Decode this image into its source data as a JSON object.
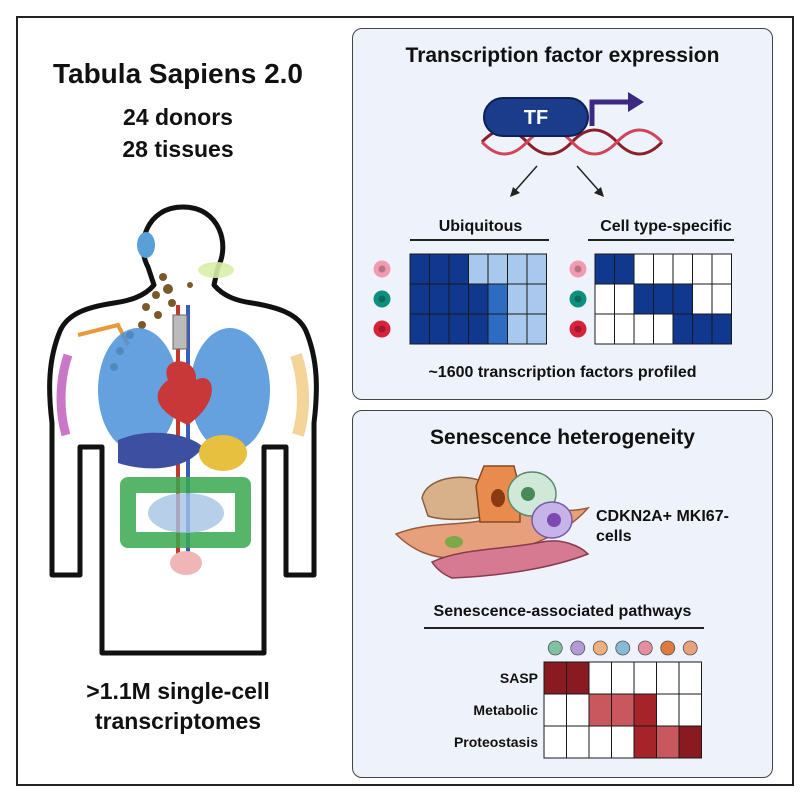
{
  "left": {
    "title": "Tabula Sapiens 2.0",
    "donors": "24 donors",
    "tissues": "28 tissues",
    "footer_line1": ">1.1M single-cell",
    "footer_line2": "transcriptomes"
  },
  "tf_panel": {
    "title": "Transcription factor expression",
    "tf_label": "TF",
    "ubiquitous_label": "Ubiquitous",
    "specific_label": "Cell type-specific",
    "footer": "~1600 transcription factors profiled",
    "row_dot_colors": [
      "#f29ab0",
      "#0f8f7e",
      "#d8213a"
    ],
    "heat_colors": [
      "#ffffff",
      "#a8c8ee",
      "#2e6cc4",
      "#10388f"
    ],
    "ubiquitous_grid": [
      [
        3,
        3,
        3,
        1,
        1,
        1,
        1
      ],
      [
        3,
        3,
        3,
        3,
        2,
        1,
        1
      ],
      [
        3,
        3,
        3,
        3,
        2,
        1,
        1
      ]
    ],
    "specific_grid": [
      [
        3,
        3,
        0,
        0,
        0,
        0,
        0
      ],
      [
        0,
        0,
        3,
        3,
        3,
        0,
        0
      ],
      [
        0,
        0,
        0,
        0,
        3,
        3,
        3
      ]
    ]
  },
  "sen_panel": {
    "title": "Senescence heterogeneity",
    "cells_label_line1": "CDKN2A+ MKI67-",
    "cells_label_line2": "cells",
    "pathways_title": "Senescence-associated pathways",
    "heat_colors": [
      "#ffffff",
      "#c9585e",
      "#a6232a",
      "#8a1a22"
    ],
    "rows": [
      {
        "label": "SASP",
        "values": [
          3,
          3,
          0,
          0,
          0,
          0,
          0
        ]
      },
      {
        "label": "Metabolic",
        "values": [
          0,
          0,
          1,
          1,
          2,
          0,
          0
        ]
      },
      {
        "label": "Proteostasis",
        "values": [
          0,
          0,
          0,
          0,
          2,
          1,
          3
        ]
      }
    ],
    "cell_icon_colors": [
      "#7fc2a3",
      "#b59ad8",
      "#f0b07e",
      "#88b9d6",
      "#e58ea0",
      "#e07a3e",
      "#e8a27c"
    ]
  }
}
